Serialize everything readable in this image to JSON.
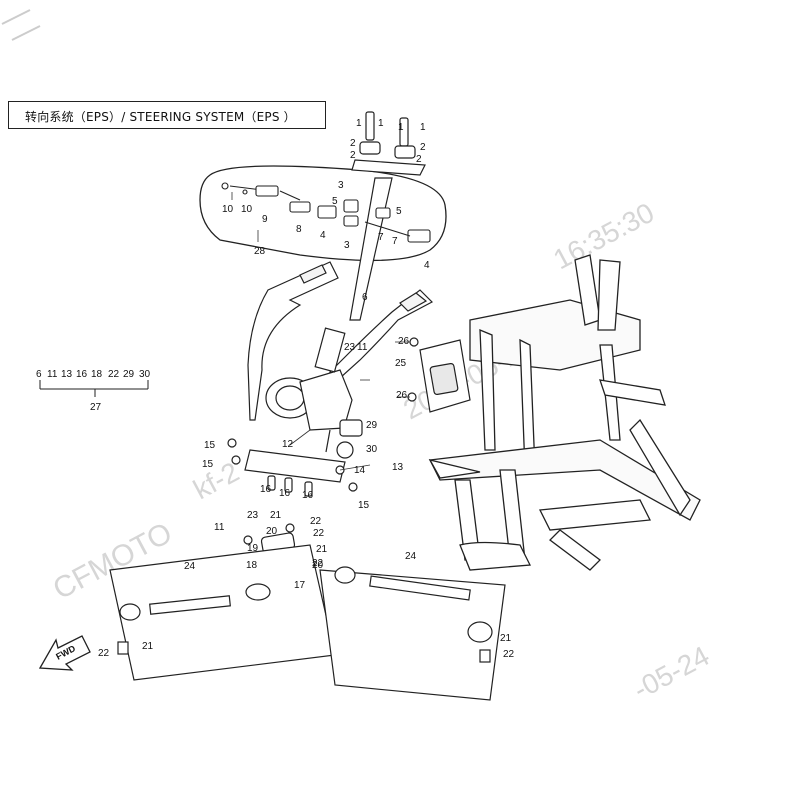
{
  "title": "转向系统（EPS）/ STEERING SYSTEM（EPS ）",
  "group_label_list": [
    "6",
    "11",
    "13",
    "16",
    "18",
    "22",
    "29",
    "30"
  ],
  "group_label_total": "27",
  "fwd_label": "FWD",
  "watermarks": {
    "brand": "CFMOTO",
    "code": "kf-2",
    "date": "2022-05-24",
    "time": "16:35:30",
    "date_partial": "-05-24"
  },
  "callouts": [
    "1",
    "1",
    "1",
    "1",
    "2",
    "2",
    "2",
    "2",
    "3",
    "3",
    "4",
    "4",
    "5",
    "5",
    "7",
    "7",
    "8",
    "9",
    "10",
    "10",
    "28",
    "6",
    "26",
    "25",
    "26",
    "23",
    "11",
    "29",
    "30",
    "15",
    "15",
    "12",
    "14",
    "13",
    "16",
    "16",
    "16",
    "15",
    "11",
    "23",
    "21",
    "20",
    "19",
    "18",
    "22",
    "22",
    "21",
    "22",
    "17",
    "20",
    "24",
    "24",
    "21",
    "22",
    "21",
    "22"
  ]
}
